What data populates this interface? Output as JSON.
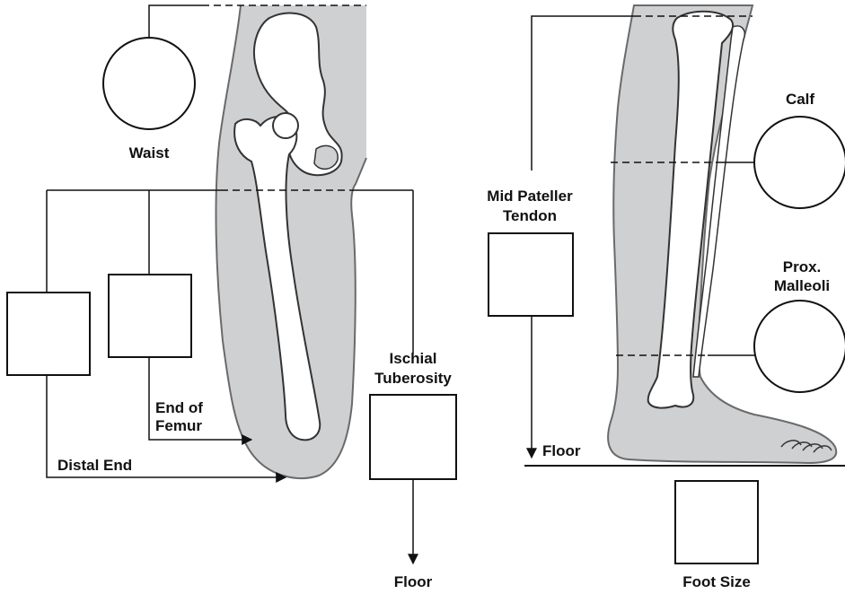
{
  "labels": {
    "waist": "Waist",
    "distal_end": "Distal End",
    "end_of_femur_line1": "End of",
    "end_of_femur_line2": "Femur",
    "ischial_line1": "Ischial",
    "ischial_line2": "Tuberosity",
    "floor_left": "Floor",
    "mid_pateller_line1": "Mid Pateller",
    "mid_pateller_line2": "Tendon",
    "floor_right": "Floor",
    "calf": "Calf",
    "prox_line1": "Prox.",
    "prox_line2": "Malleoli",
    "foot_size": "Foot Size"
  },
  "colors": {
    "limb_fill": "#cfd0d2",
    "outline": "#6a6a6a",
    "line": "#111111"
  }
}
